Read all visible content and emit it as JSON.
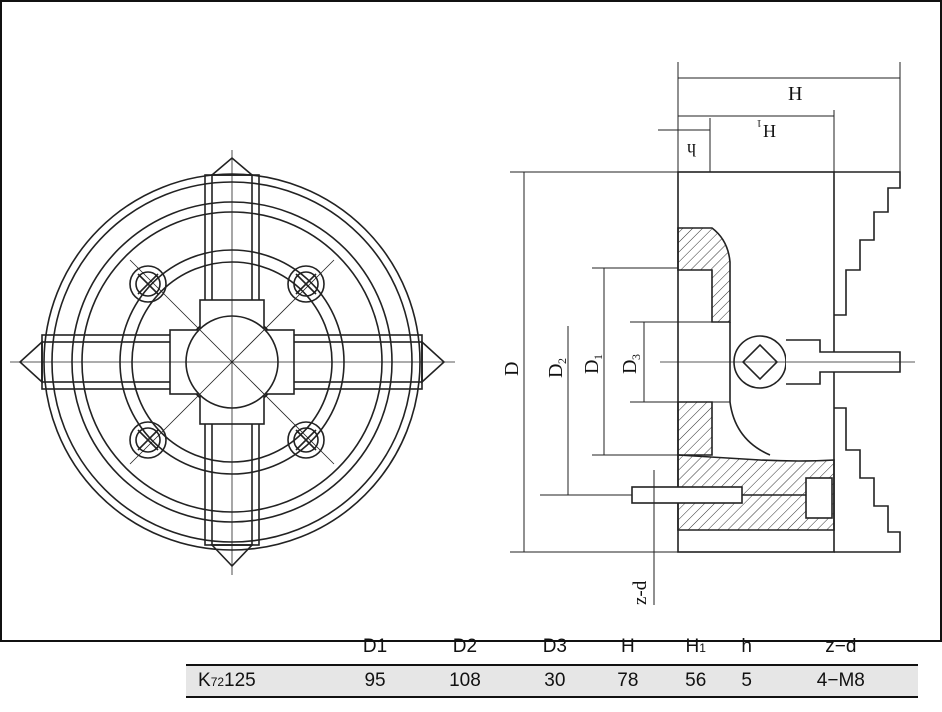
{
  "drawing": {
    "labels": {
      "D": "D",
      "D2": "D",
      "D2_sub": "2",
      "D1": "D",
      "D1_sub": "1",
      "D3": "D",
      "D3_sub": "3",
      "H": "H",
      "H1": "H",
      "H1_sub": "1",
      "h": "h",
      "zd": "z-d"
    }
  },
  "table": {
    "headers": [
      "D1",
      "D2",
      "D3",
      "H",
      "H",
      "h",
      "z−d"
    ],
    "header_subscripts": [
      "",
      "",
      "",
      "",
      "1",
      "",
      ""
    ],
    "model_main": "K",
    "model_sub": "72",
    "model_tail": "125",
    "values": [
      "95",
      "108",
      "30",
      "78",
      "56",
      "5",
      "4−M8"
    ]
  }
}
